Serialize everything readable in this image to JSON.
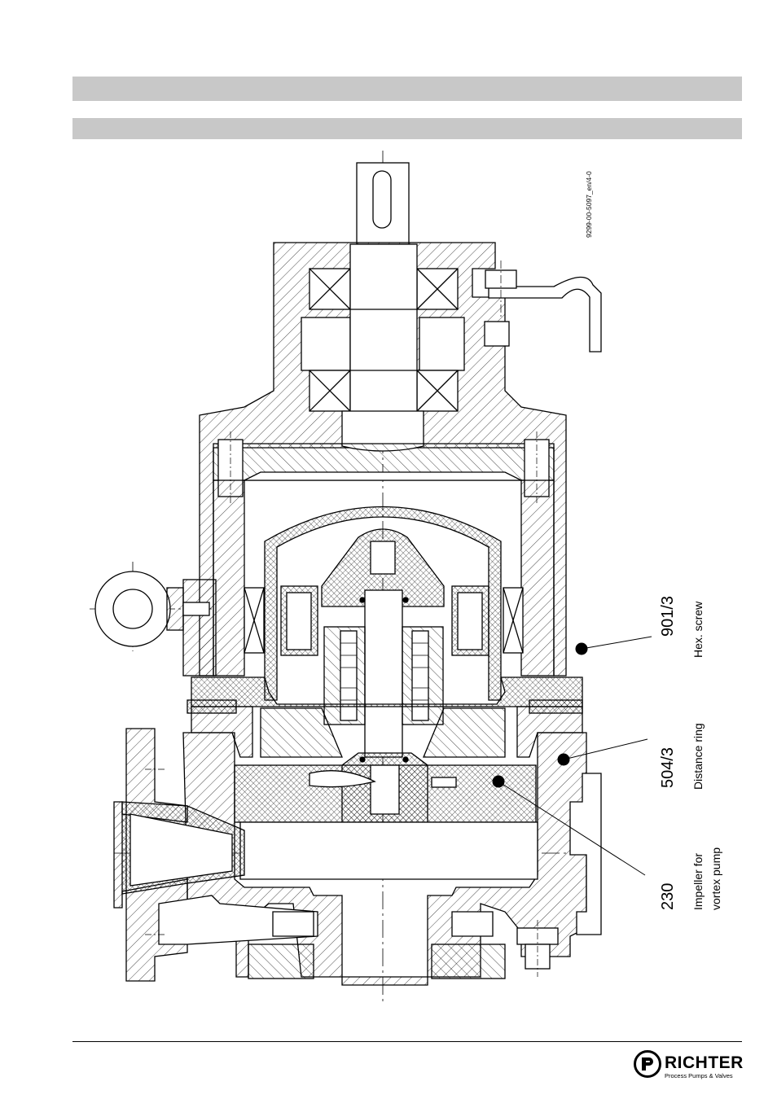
{
  "drawing_id": "9299-00-5097_en/4-0",
  "callouts": [
    {
      "number": "901/3",
      "label_line1": "Hex. screw",
      "label_line2": ""
    },
    {
      "number": "504/3",
      "label_line1": "Distance ring",
      "label_line2": ""
    },
    {
      "number": "230",
      "label_line1": "Impeller for",
      "label_line2": "vortex pump"
    }
  ],
  "logo": {
    "name": "RICHTER",
    "tagline": "Process Pumps & Valves"
  }
}
